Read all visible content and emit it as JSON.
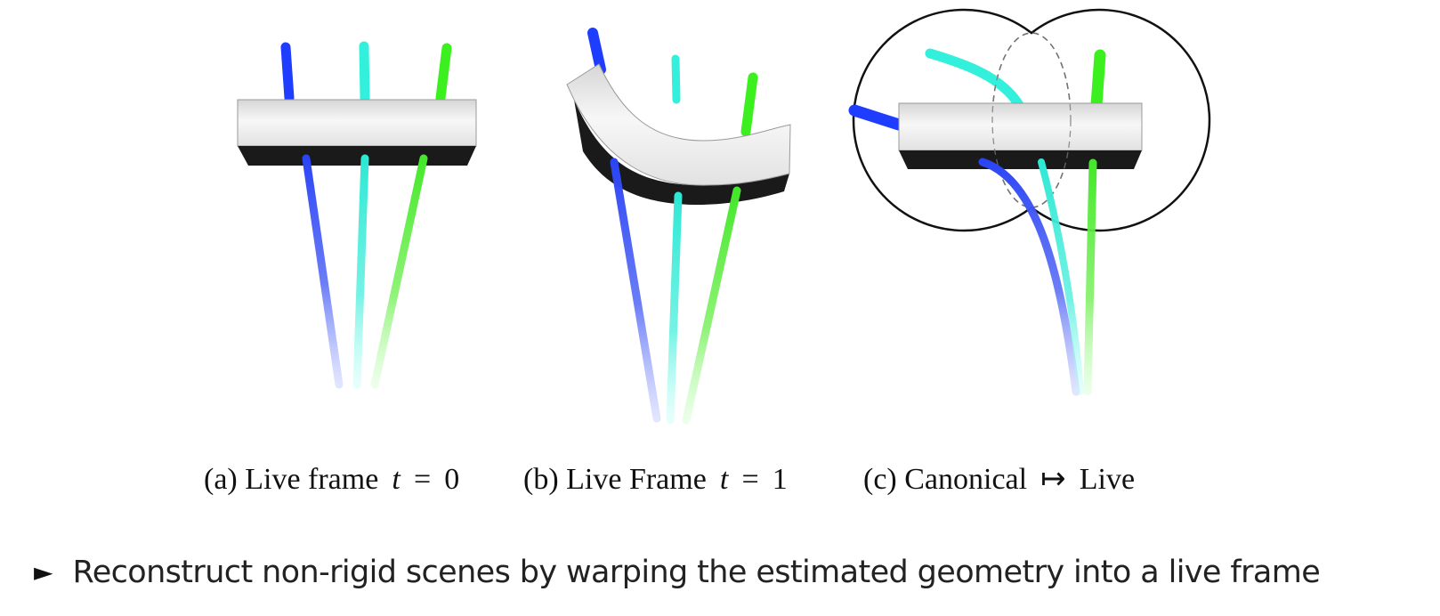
{
  "colors": {
    "blue": "#1f3dff",
    "cyan": "#33f0dc",
    "green": "#3cf020",
    "block_top": "#e6e6e6",
    "block_bottom": "#1a1a1a"
  },
  "captions": {
    "a": {
      "label": "(a) Live frame",
      "var": "t",
      "op": "=",
      "num": "0"
    },
    "b": {
      "label": "(b) Live Frame",
      "var": "t",
      "op": "=",
      "num": "1"
    },
    "c": {
      "label": "(c) Canonical",
      "arrow": "↦",
      "tail": "Live"
    }
  },
  "bullet": {
    "icon": "triangle-right-icon",
    "text": "Reconstruct non-rigid scenes by warping the estimated geometry into a live frame"
  }
}
